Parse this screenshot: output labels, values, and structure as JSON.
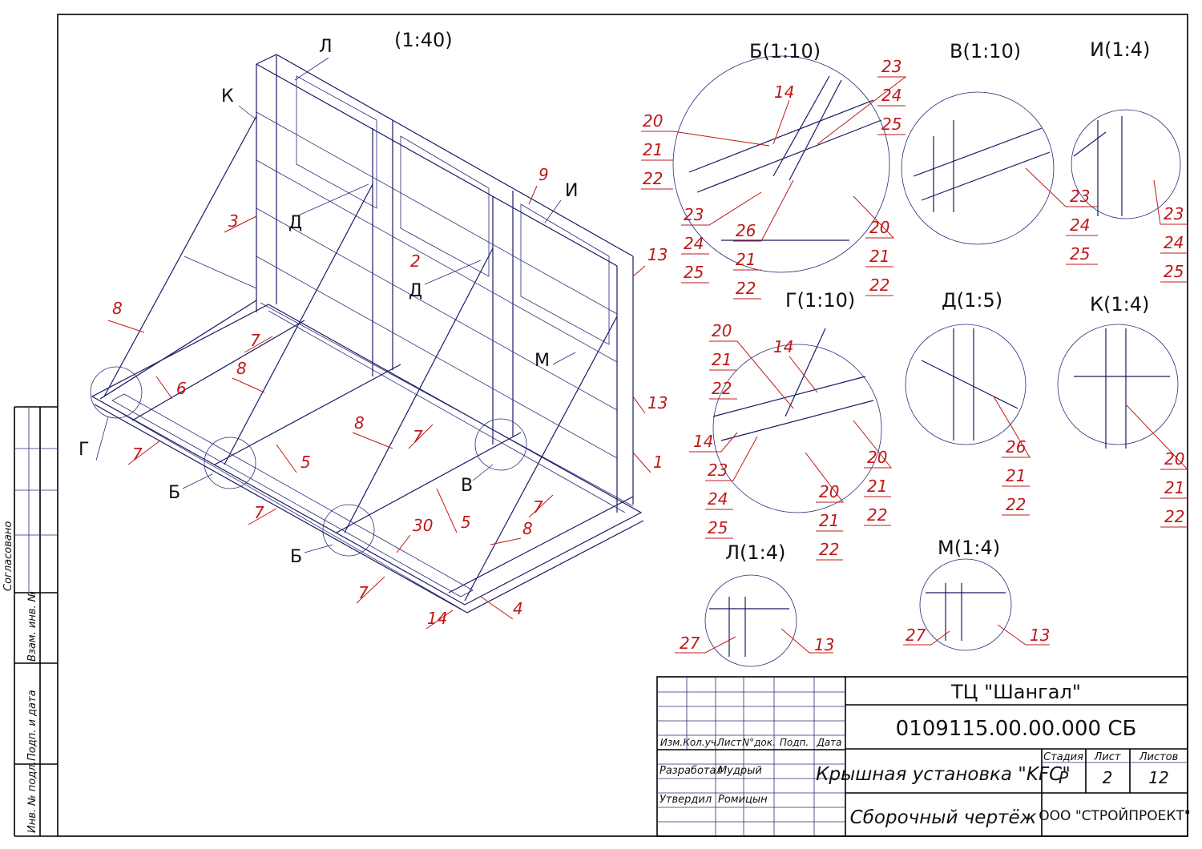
{
  "main_scale": "(1:40)",
  "view_letters": [
    "Л",
    "К",
    "Д",
    "Д",
    "И",
    "М",
    "Г",
    "Б",
    "Б",
    "В"
  ],
  "part_numbers": {
    "n1": "1",
    "n2": "2",
    "n3": "3",
    "n4": "4",
    "n5": "5",
    "n6": "6",
    "n7": "7",
    "n8": "8",
    "n9": "9",
    "n13": "13",
    "n14": "14",
    "n30": "30"
  },
  "detail_views": [
    {
      "title": "Б(1:10)",
      "parts": [
        "20",
        "21",
        "22",
        "23",
        "24",
        "25",
        "14",
        "23",
        "24",
        "25",
        "26",
        "21",
        "22",
        "20",
        "21",
        "22"
      ]
    },
    {
      "title": "В(1:10)",
      "parts": [
        "23",
        "24",
        "25"
      ]
    },
    {
      "title": "И(1:4)",
      "parts": [
        "23",
        "24",
        "25"
      ]
    },
    {
      "title": "Г(1:10)",
      "parts": [
        "20",
        "21",
        "22",
        "14",
        "14",
        "23",
        "24",
        "25",
        "20",
        "21",
        "22",
        "20",
        "21",
        "22"
      ]
    },
    {
      "title": "Д(1:5)",
      "parts": [
        "26",
        "21",
        "22"
      ]
    },
    {
      "title": "К(1:4)",
      "parts": [
        "20",
        "21",
        "22"
      ]
    },
    {
      "title": "Л(1:4)",
      "parts": [
        "27",
        "13"
      ]
    },
    {
      "title": "М(1:4)",
      "parts": [
        "27",
        "13"
      ]
    }
  ],
  "side_stamp": {
    "agreed": "Согласовано",
    "swap_inv": "Взам. инв. №",
    "sign_date": "Подп. и дата",
    "inv_orig": "Инв. № подл."
  },
  "title_block": {
    "object": "ТЦ \"Шангал\"",
    "code": "0109115.00.00.000 СБ",
    "name": "Крышная установка \"KFC\"",
    "doc_type": "Сборочный чертёж",
    "org": "ООО \"СТРОЙПРОЕКТ\"",
    "col_headers": [
      "Изм.",
      "Кол.уч.",
      "Лист",
      "N°док.",
      "Подп.",
      "Дата"
    ],
    "stage_header": "Стадия",
    "sheet_header": "Лист",
    "sheets_header": "Листов",
    "stage": "Р",
    "sheet": "2",
    "sheets": "12",
    "developed_label": "Разработал",
    "developed_name": "Мудрый",
    "approved_label": "Утвердил",
    "approved_name": "Ромицын"
  }
}
